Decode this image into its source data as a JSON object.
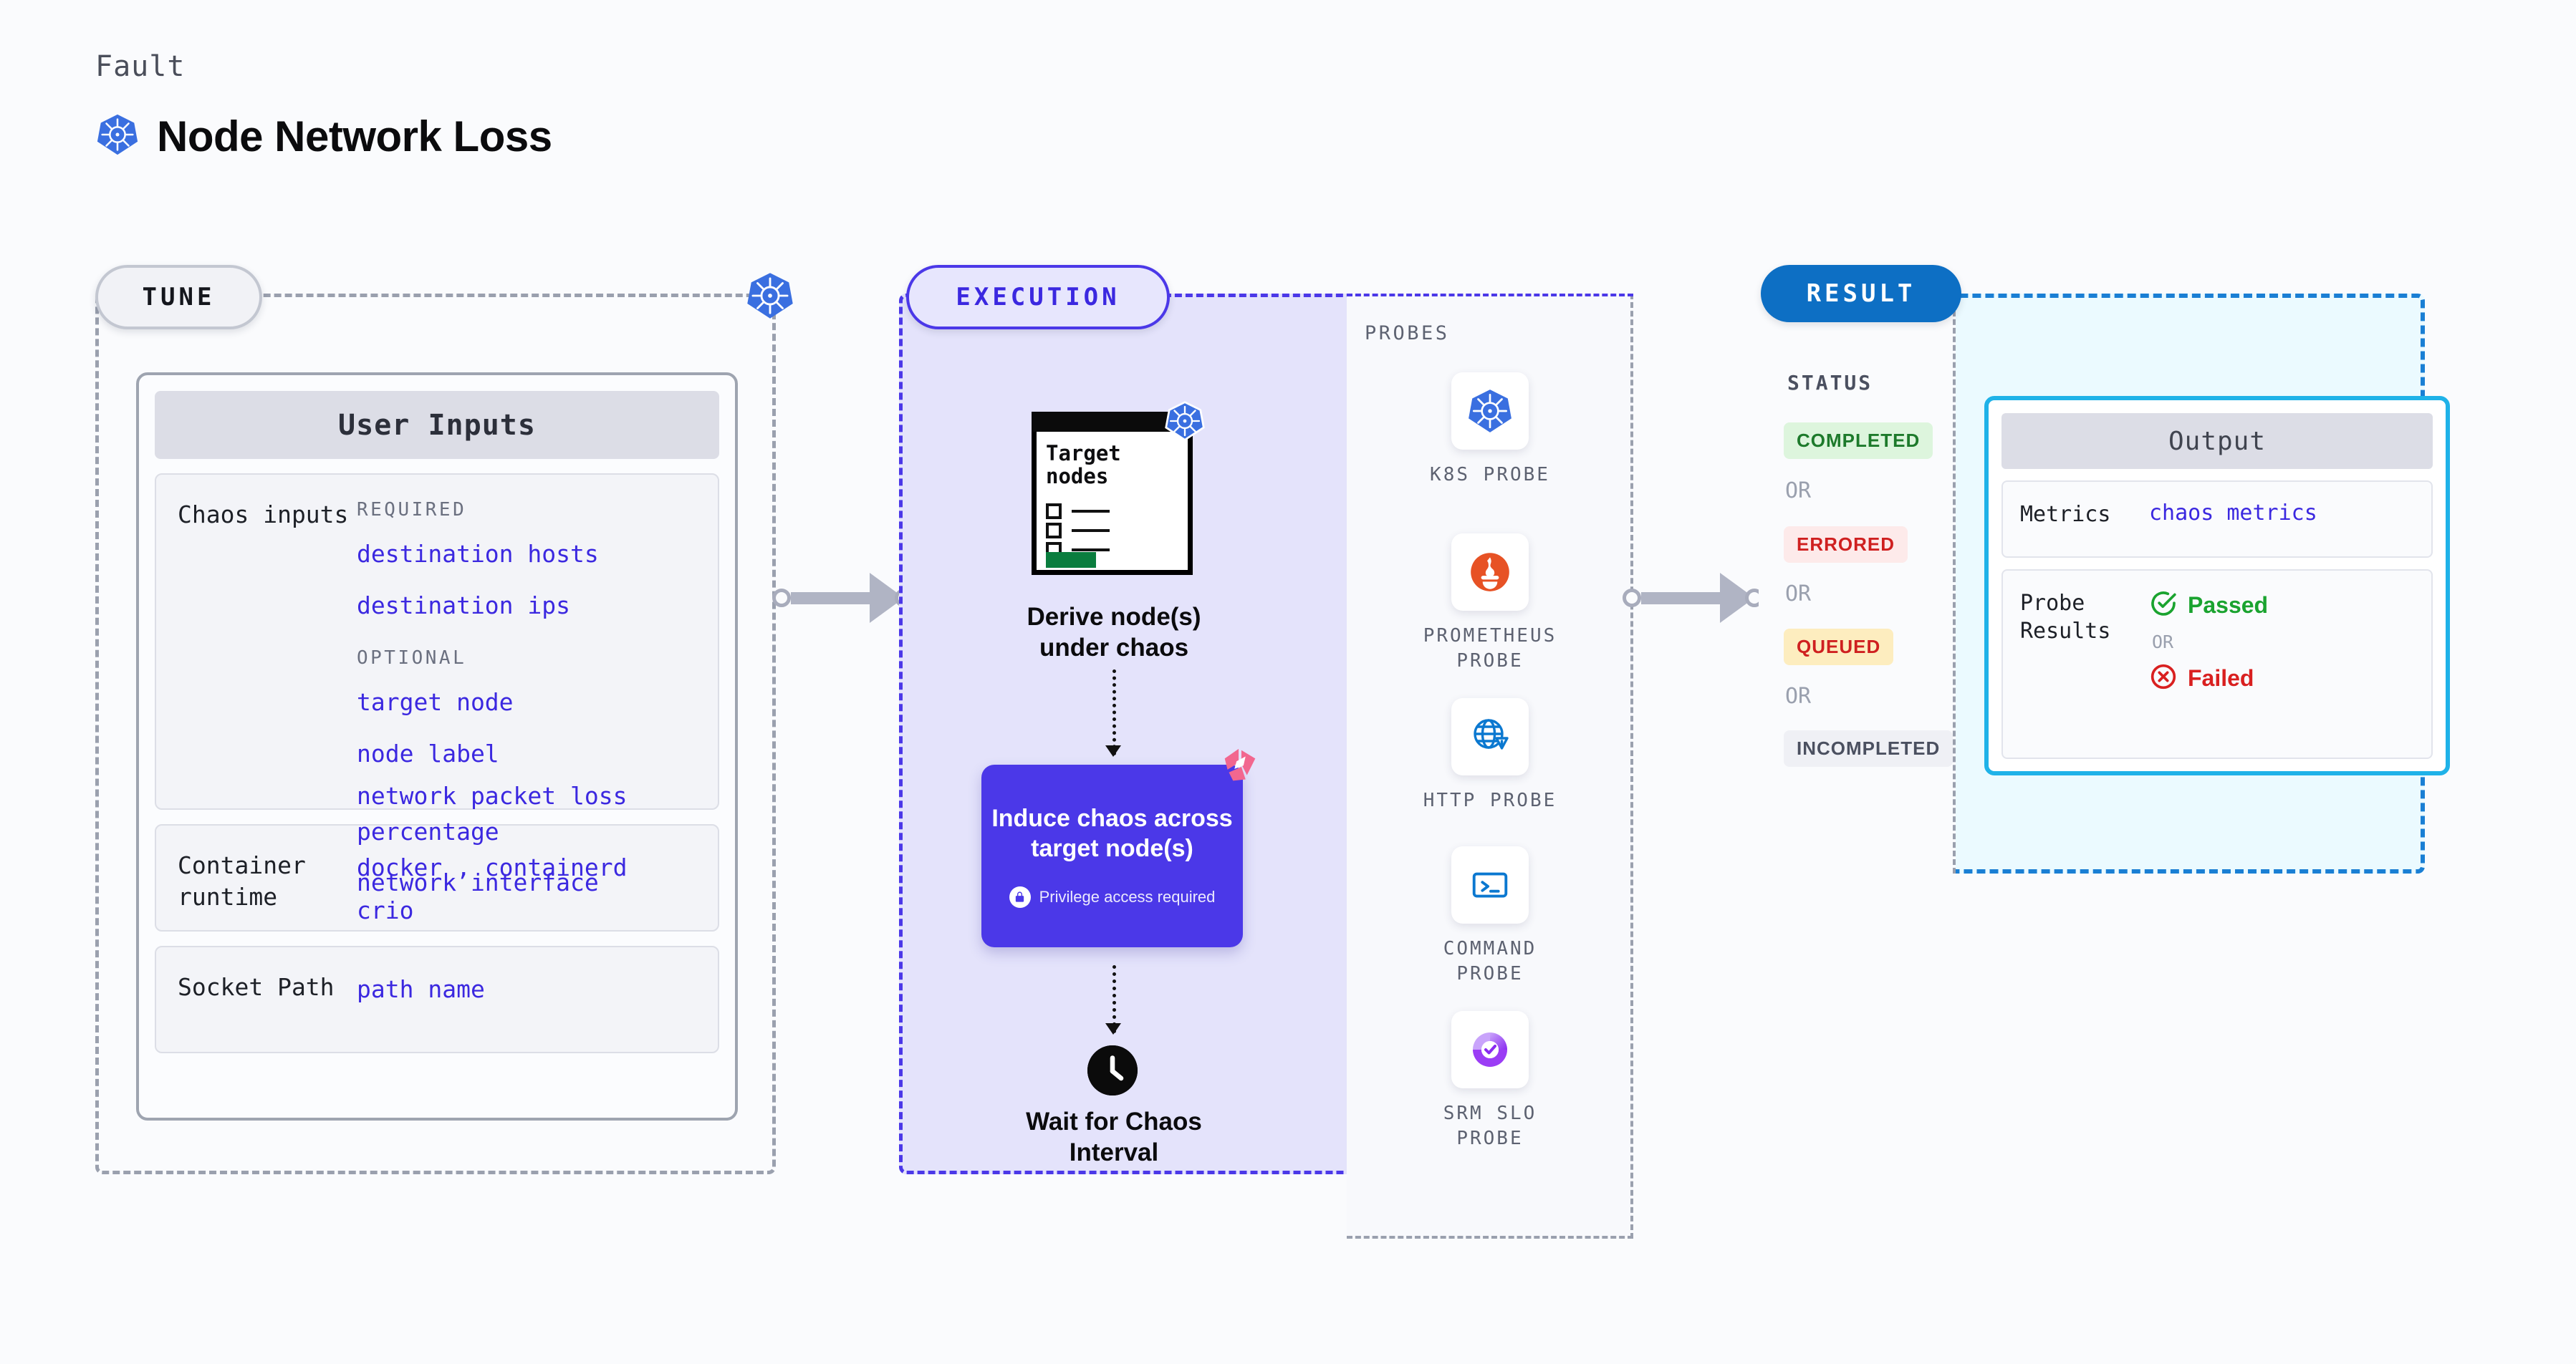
{
  "header": {
    "kicker": "Fault",
    "title": "Node Network Loss",
    "icon": "kubernetes-icon"
  },
  "tune": {
    "pill_label": "TUNE",
    "badge_icon": "kubernetes-icon",
    "card": {
      "header": "User Inputs",
      "blocks": [
        {
          "label": "Chaos inputs",
          "groups": [
            {
              "heading": "REQUIRED",
              "values": [
                "destination hosts",
                "destination ips"
              ]
            },
            {
              "heading": "OPTIONAL",
              "values": [
                "target node",
                "node label",
                "network packet loss percentage",
                "network interface"
              ]
            }
          ]
        },
        {
          "label": "Container runtime",
          "values": [
            "docker , containerd",
            "crio"
          ]
        },
        {
          "label": "Socket Path",
          "values": [
            "path name"
          ]
        }
      ]
    }
  },
  "execution": {
    "pill_label": "EXECUTION",
    "target_card": {
      "title_line1": "Target",
      "title_line2": "nodes",
      "badge_icon": "kubernetes-icon"
    },
    "derive_label_line1": "Derive node(s)",
    "derive_label_line2": "under chaos",
    "induce": {
      "title_line1": "Induce chaos across",
      "title_line2": "target node(s)",
      "privilege_note": "Privilege access required",
      "lock_icon": "lock-icon",
      "corner_badge_icon": "harness-logo-icon",
      "bg_color": "#4b38e8"
    },
    "wait": {
      "icon": "clock-icon",
      "label_line1": "Wait for Chaos",
      "label_line2": "Interval"
    }
  },
  "probes": {
    "section_label": "PROBES",
    "items": [
      {
        "name_line1": "K8S",
        "name_line2": "PROBE",
        "icon": "kubernetes-icon"
      },
      {
        "name_line1": "PROMETHEUS",
        "name_line2": "PROBE",
        "icon": "prometheus-icon"
      },
      {
        "name_line1": "HTTP",
        "name_line2": "PROBE",
        "icon": "http-globe-warning-icon"
      },
      {
        "name_line1": "COMMAND",
        "name_line2": "PROBE",
        "icon": "terminal-icon"
      },
      {
        "name_line1": "SRM SLO",
        "name_line2": "PROBE",
        "icon": "srm-slo-icon"
      }
    ]
  },
  "result": {
    "pill_label": "RESULT",
    "status_label": "STATUS",
    "or_text": "OR",
    "statuses": [
      {
        "label": "COMPLETED",
        "color": "#1d7a2b",
        "bg": "#ddf5dd"
      },
      {
        "label": "ERRORED",
        "color": "#cf2020",
        "bg": "#fdeaea"
      },
      {
        "label": "QUEUED",
        "color": "#cf2020",
        "bg": "#fdedbf"
      },
      {
        "label": "INCOMPLETED",
        "color": "#4b5060",
        "bg": "#eff0f5"
      }
    ],
    "output": {
      "header": "Output",
      "metrics_label": "Metrics",
      "metrics_value": "chaos metrics",
      "probe_results_label_line1": "Probe",
      "probe_results_label_line2": "Results",
      "passed_label": "Passed",
      "failed_label": "Failed",
      "or_text": "OR",
      "passed_icon": "check-circle-icon",
      "failed_icon": "x-circle-icon",
      "passed_color": "#1aa32f",
      "failed_color": "#d92020",
      "border_color": "#1fb2e8"
    }
  }
}
